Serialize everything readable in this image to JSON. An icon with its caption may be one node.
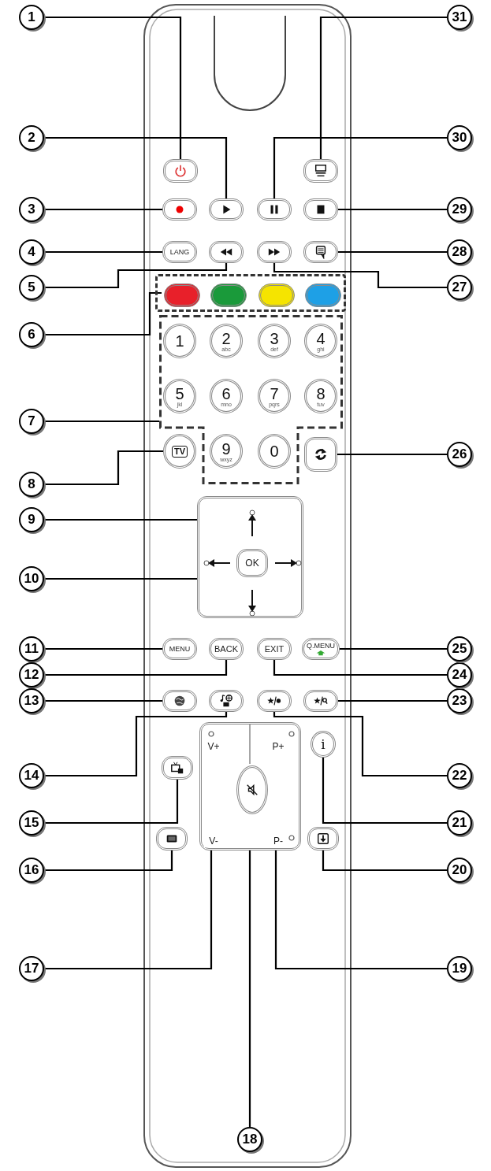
{
  "diagram": {
    "nodes": [
      {
        "text": [
          "1"
        ]
      },
      {
        "text": [
          "2"
        ]
      },
      {
        "text": [
          "3"
        ]
      },
      {
        "text": [
          "4"
        ]
      },
      {
        "text": [
          "5"
        ]
      },
      {
        "text": [
          "6"
        ]
      },
      {
        "text": [
          "7"
        ]
      },
      {
        "text": [
          "8"
        ]
      },
      {
        "text": [
          "9"
        ]
      },
      {
        "text": [
          "10"
        ]
      },
      {
        "text": [
          "11"
        ]
      },
      {
        "text": [
          "12"
        ]
      },
      {
        "text": [
          "13"
        ]
      },
      {
        "text": [
          "14"
        ]
      },
      {
        "text": [
          "15"
        ]
      },
      {
        "text": [
          "16"
        ]
      },
      {
        "text": [
          "17"
        ]
      },
      {
        "text": [
          "18"
        ]
      },
      {
        "text": [
          "19"
        ]
      },
      {
        "text": [
          "20"
        ]
      },
      {
        "text": [
          "21"
        ]
      },
      {
        "text": [
          "22"
        ]
      },
      {
        "text": [
          "23"
        ]
      },
      {
        "text": [
          "24"
        ]
      },
      {
        "text": [
          "25"
        ]
      },
      {
        "text": [
          "26"
        ]
      },
      {
        "text": [
          "27"
        ]
      },
      {
        "text": [
          "28"
        ]
      },
      {
        "text": [
          "29"
        ]
      },
      {
        "text": [
          "30"
        ]
      },
      {
        "text": [
          "31"
        ]
      },
      {
        "text": [],
        "shape": "oval"
      },
      {
        "text": [],
        "shape": "oval"
      },
      {
        "text": [],
        "shape": "oval"
      },
      {
        "text": [],
        "shape": "oval"
      },
      {
        "text": [],
        "shape": "oval"
      },
      {
        "text": [],
        "shape": "oval"
      },
      {
        "text": [
          "LANG"
        ]
      },
      {
        "text": [],
        "shape": "oval"
      },
      {
        "text": [],
        "shape": "oval"
      },
      {
        "text": [],
        "shape": "oval"
      },
      {
        "text": [],
        "shape": "box"
      },
      {
        "text": [],
        "shape": "oval",
        "in": 41
      },
      {
        "text": [],
        "shape": "oval",
        "in": 41
      },
      {
        "text": [],
        "shape": "oval",
        "in": 41
      },
      {
        "text": [],
        "shape": "oval",
        "in": 41
      },
      {
        "text": [],
        "shape": "box"
      },
      {
        "text": [
          "1"
        ],
        "in": 46
      },
      {
        "text": [
          "2",
          "abc"
        ],
        "in": 46
      },
      {
        "text": [
          "3",
          "def"
        ],
        "in": 46
      },
      {
        "text": [
          "4",
          "ghi"
        ],
        "in": 46
      },
      {
        "text": [
          "5",
          "jkl"
        ],
        "in": 46
      },
      {
        "text": [
          "6",
          "mno"
        ],
        "in": 46
      },
      {
        "text": [
          "7",
          "pqrs"
        ],
        "in": 46
      },
      {
        "text": [
          "8",
          "tuv"
        ],
        "in": 46
      },
      {
        "text": [
          "TV"
        ]
      },
      {
        "text": [
          "9",
          "wxyz"
        ],
        "in": 46
      },
      {
        "text": [
          "0"
        ],
        "in": 46
      },
      {
        "text": [],
        "shape": "oval"
      },
      {
        "text": [],
        "shape": "box"
      },
      {
        "text": [],
        "shape": "arrow",
        "in": 59
      },
      {
        "text": [
          "OK"
        ],
        "in": 59
      },
      {
        "text": [
          "MENU"
        ]
      },
      {
        "text": [
          "BACK"
        ]
      },
      {
        "text": [
          "EXIT"
        ]
      },
      {
        "text": [
          "Q.MENU"
        ]
      },
      {
        "text": [],
        "shape": "oval"
      },
      {
        "text": [],
        "shape": "oval"
      },
      {
        "text": [],
        "shape": "oval"
      },
      {
        "text": [],
        "shape": "oval"
      },
      {
        "text": [],
        "shape": "box"
      },
      {
        "text": [
          "V+"
        ],
        "in": 70
      },
      {
        "text": [
          "P+"
        ],
        "in": 70
      },
      {
        "text": [],
        "shape": "oval"
      },
      {
        "text": [
          "i"
        ]
      },
      {
        "text": [],
        "shape": "oval",
        "in": 70
      },
      {
        "text": [],
        "shape": "oval"
      },
      {
        "text": [],
        "shape": "oval"
      },
      {
        "text": [
          "V-"
        ],
        "in": 70
      },
      {
        "text": [
          "P-"
        ],
        "in": 70
      },
      {
        "text": [],
        "shape": "arrow",
        "in": 59
      },
      {
        "text": [],
        "shape": "arrow",
        "in": 59
      },
      {
        "text": [],
        "shape": "arrow",
        "in": 59
      }
    ],
    "edges": [
      {
        "from": 0,
        "to": 31,
        "arrow": "none"
      },
      {
        "from": 1,
        "to": 34,
        "arrow": "none"
      },
      {
        "from": 2,
        "to": 33,
        "arrow": "none"
      },
      {
        "from": 3,
        "to": 37,
        "arrow": "none"
      },
      {
        "from": 4,
        "to": 38,
        "arrow": "none"
      },
      {
        "from": 5,
        "to": 42,
        "arrow": "none"
      },
      {
        "from": 6,
        "to": 46,
        "arrow": "none"
      },
      {
        "from": 7,
        "to": 55,
        "arrow": "none"
      },
      {
        "from": 8,
        "to": 60,
        "arrow": "none"
      },
      {
        "from": 9,
        "to": 61,
        "arrow": "none"
      },
      {
        "from": 10,
        "to": 62,
        "arrow": "none"
      },
      {
        "from": 11,
        "to": 63,
        "arrow": "none"
      },
      {
        "from": 12,
        "to": 66,
        "arrow": "none"
      },
      {
        "from": 13,
        "to": 67,
        "arrow": "none"
      },
      {
        "from": 14,
        "to": 73,
        "arrow": "none"
      },
      {
        "from": 15,
        "to": 76,
        "arrow": "none"
      },
      {
        "from": 16,
        "to": 78,
        "arrow": "none"
      },
      {
        "from": 17,
        "to": 75,
        "arrow": "none"
      },
      {
        "from": 18,
        "to": 79,
        "arrow": "none"
      },
      {
        "from": 19,
        "to": 77,
        "arrow": "none"
      },
      {
        "from": 20,
        "to": 74,
        "arrow": "none"
      },
      {
        "from": 21,
        "to": 68,
        "arrow": "none"
      },
      {
        "from": 22,
        "to": 69,
        "arrow": "none"
      },
      {
        "from": 23,
        "to": 64,
        "arrow": "none"
      },
      {
        "from": 24,
        "to": 65,
        "arrow": "none"
      },
      {
        "from": 25,
        "to": 58,
        "arrow": "none"
      },
      {
        "from": 26,
        "to": 39,
        "arrow": "none"
      },
      {
        "from": 27,
        "to": 40,
        "arrow": "none"
      },
      {
        "from": 28,
        "to": 36,
        "arrow": "none"
      },
      {
        "from": 29,
        "to": 35,
        "arrow": "none"
      },
      {
        "from": 30,
        "to": 32,
        "arrow": "none"
      }
    ]
  }
}
